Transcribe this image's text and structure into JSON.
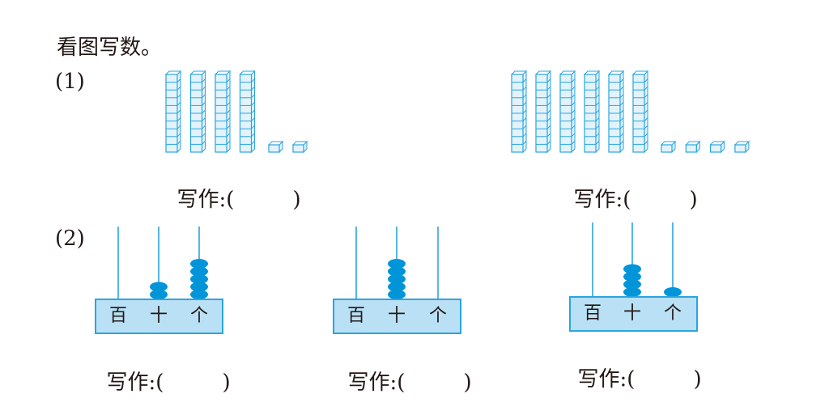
{
  "title": "看图写数。",
  "part1": {
    "label": "(1)",
    "groups": [
      {
        "hundreds": 0,
        "tens_rods": 4,
        "ones_cubes": 2,
        "answer_label": "写作:(",
        "answer_close": ")",
        "answer_value": ""
      },
      {
        "hundreds": 0,
        "tens_rods": 6,
        "ones_cubes": 4,
        "answer_label": "写作:(",
        "answer_close": ")",
        "answer_value": ""
      }
    ]
  },
  "part2": {
    "label": "(2)",
    "place_labels": [
      "百",
      "十",
      "个"
    ],
    "abacuses": [
      {
        "beads": [
          0,
          2,
          5
        ],
        "answer_label": "写作:(",
        "answer_close": ")",
        "answer_value": ""
      },
      {
        "beads": [
          0,
          5,
          0
        ],
        "answer_label": "写作:(",
        "answer_close": ")",
        "answer_value": ""
      },
      {
        "beads": [
          0,
          4,
          1
        ],
        "answer_label": "写作:(",
        "answer_close": ")",
        "answer_value": ""
      }
    ]
  },
  "colors": {
    "block_stroke": "#2aa5df",
    "block_fill": "#e3f3fb",
    "block_top": "#ffffff",
    "bead": "#0095d9",
    "rod": "#2aa5df",
    "base_fill": "#b9e0f5",
    "base_stroke": "#2aa5df",
    "text": "#231815"
  }
}
